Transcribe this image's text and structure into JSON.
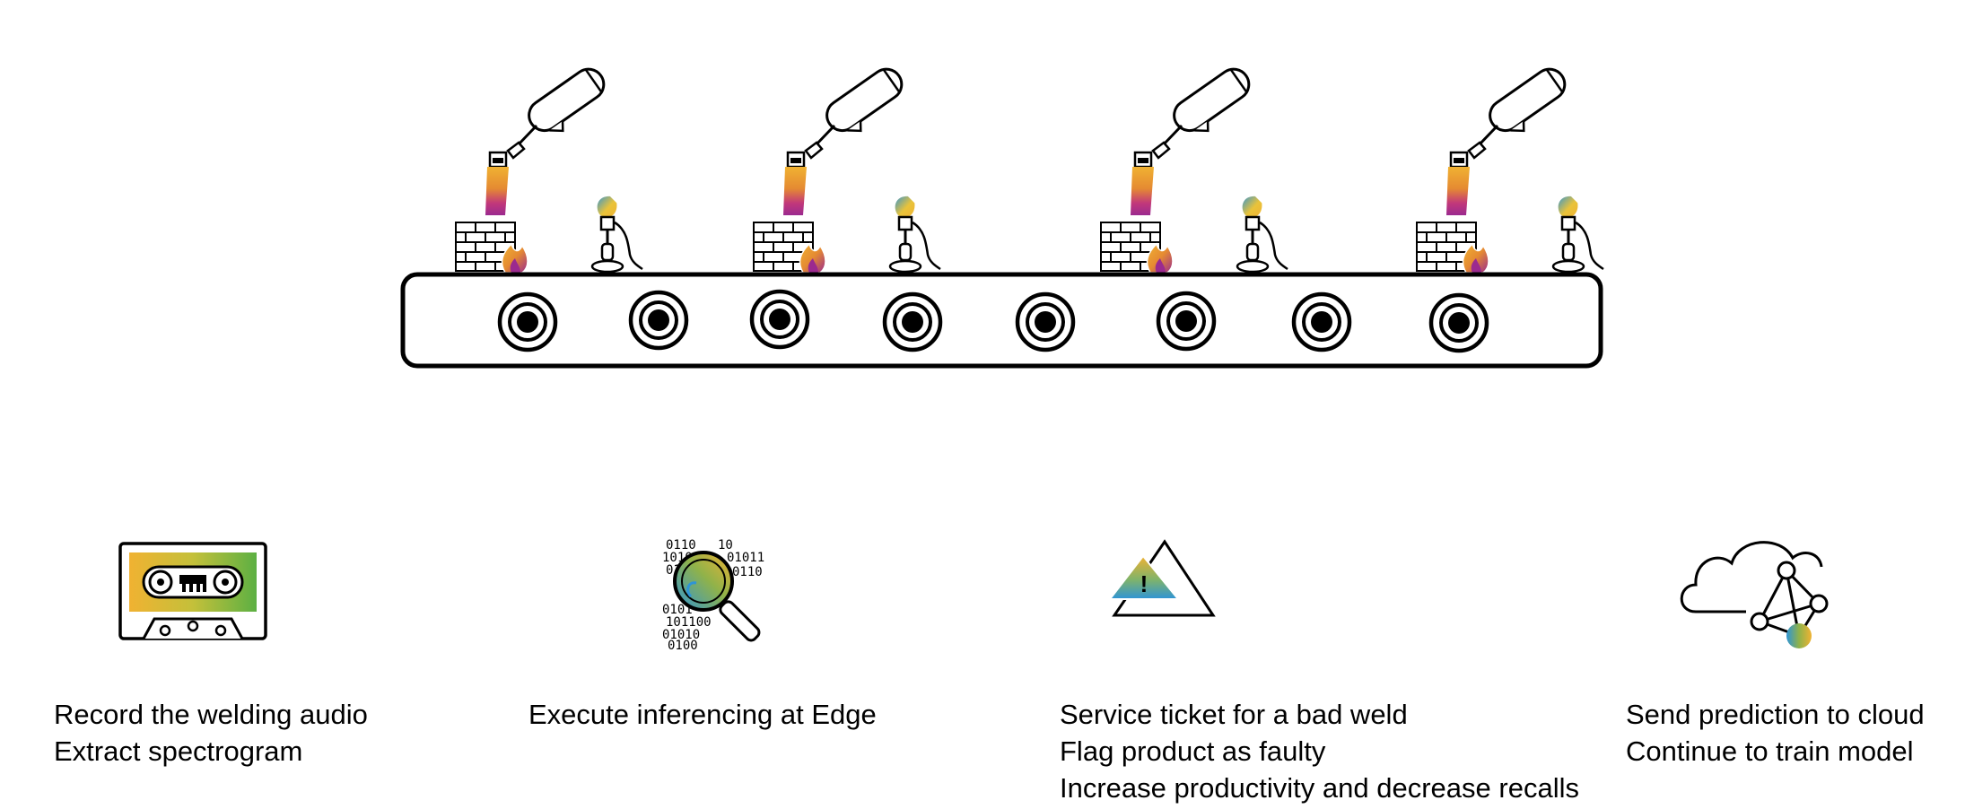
{
  "palette": {
    "purple": "#9b2a8f",
    "magenta": "#c2387a",
    "orange": "#e58a32",
    "amber": "#f0b232",
    "yellow": "#e9c33a",
    "green": "#5cb043",
    "blue": "#2e94d6",
    "stroke": "#000000"
  },
  "conveyor": {
    "rollers": 8,
    "stations": 4
  },
  "steps": [
    {
      "icon": "cassette-tape-icon",
      "lines": [
        "Record the welding audio",
        "Extract spectrogram"
      ]
    },
    {
      "icon": "magnifier-binary-icon",
      "lines": [
        "Execute inferencing at Edge"
      ]
    },
    {
      "icon": "warning-triangle-icon",
      "lines": [
        "Service ticket for a bad weld",
        "Flag product as faulty",
        "Increase productivity and decrease recalls"
      ]
    },
    {
      "icon": "cloud-network-icon",
      "lines": [
        "Send prediction to cloud",
        "Continue to train model"
      ]
    }
  ]
}
